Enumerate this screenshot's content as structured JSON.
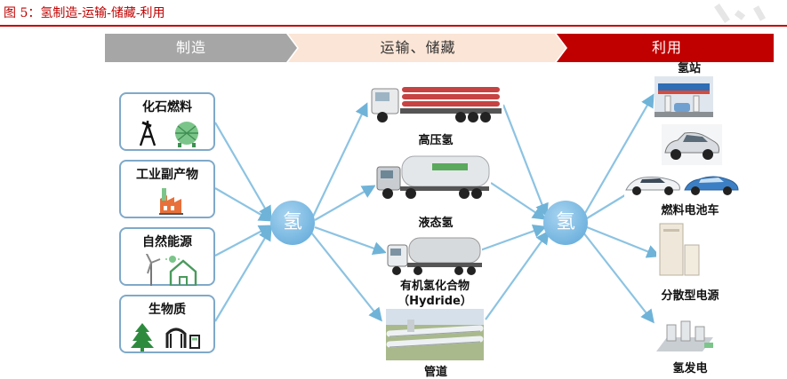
{
  "figure": {
    "title": "图 5：氢制造-运输-储藏-利用"
  },
  "stages": {
    "make": "制造",
    "move": "运输、储藏",
    "use": "利用"
  },
  "sources": [
    {
      "label": "化石燃料",
      "icon": "oil-rig-and-gas-tank-icon"
    },
    {
      "label": "工业副产物",
      "icon": "factory-icon"
    },
    {
      "label": "自然能源",
      "icon": "wind-turbine-and-solar-house-icon"
    },
    {
      "label": "生物质",
      "icon": "tree-and-biomass-plant-icon"
    }
  ],
  "hub": {
    "left": "氢",
    "right": "氢"
  },
  "transport": [
    {
      "label": "高压氢"
    },
    {
      "label": "液态氢"
    },
    {
      "label_line1": "有机氢化合物",
      "label_line2": "（Hydride）"
    },
    {
      "label": "管道"
    }
  ],
  "uses": [
    {
      "label": "氢站"
    },
    {
      "label": "燃料电池车"
    },
    {
      "label": "分散型电源"
    },
    {
      "label": "氢发电"
    }
  ],
  "colors": {
    "title_red": "#c00000",
    "stage_make": "#a6a6a6",
    "stage_move": "#fbe5d6",
    "stage_use": "#c00000",
    "box_border": "#7fa9c9",
    "arrow": "#6fb3d8",
    "node": "#5aa6d8"
  }
}
